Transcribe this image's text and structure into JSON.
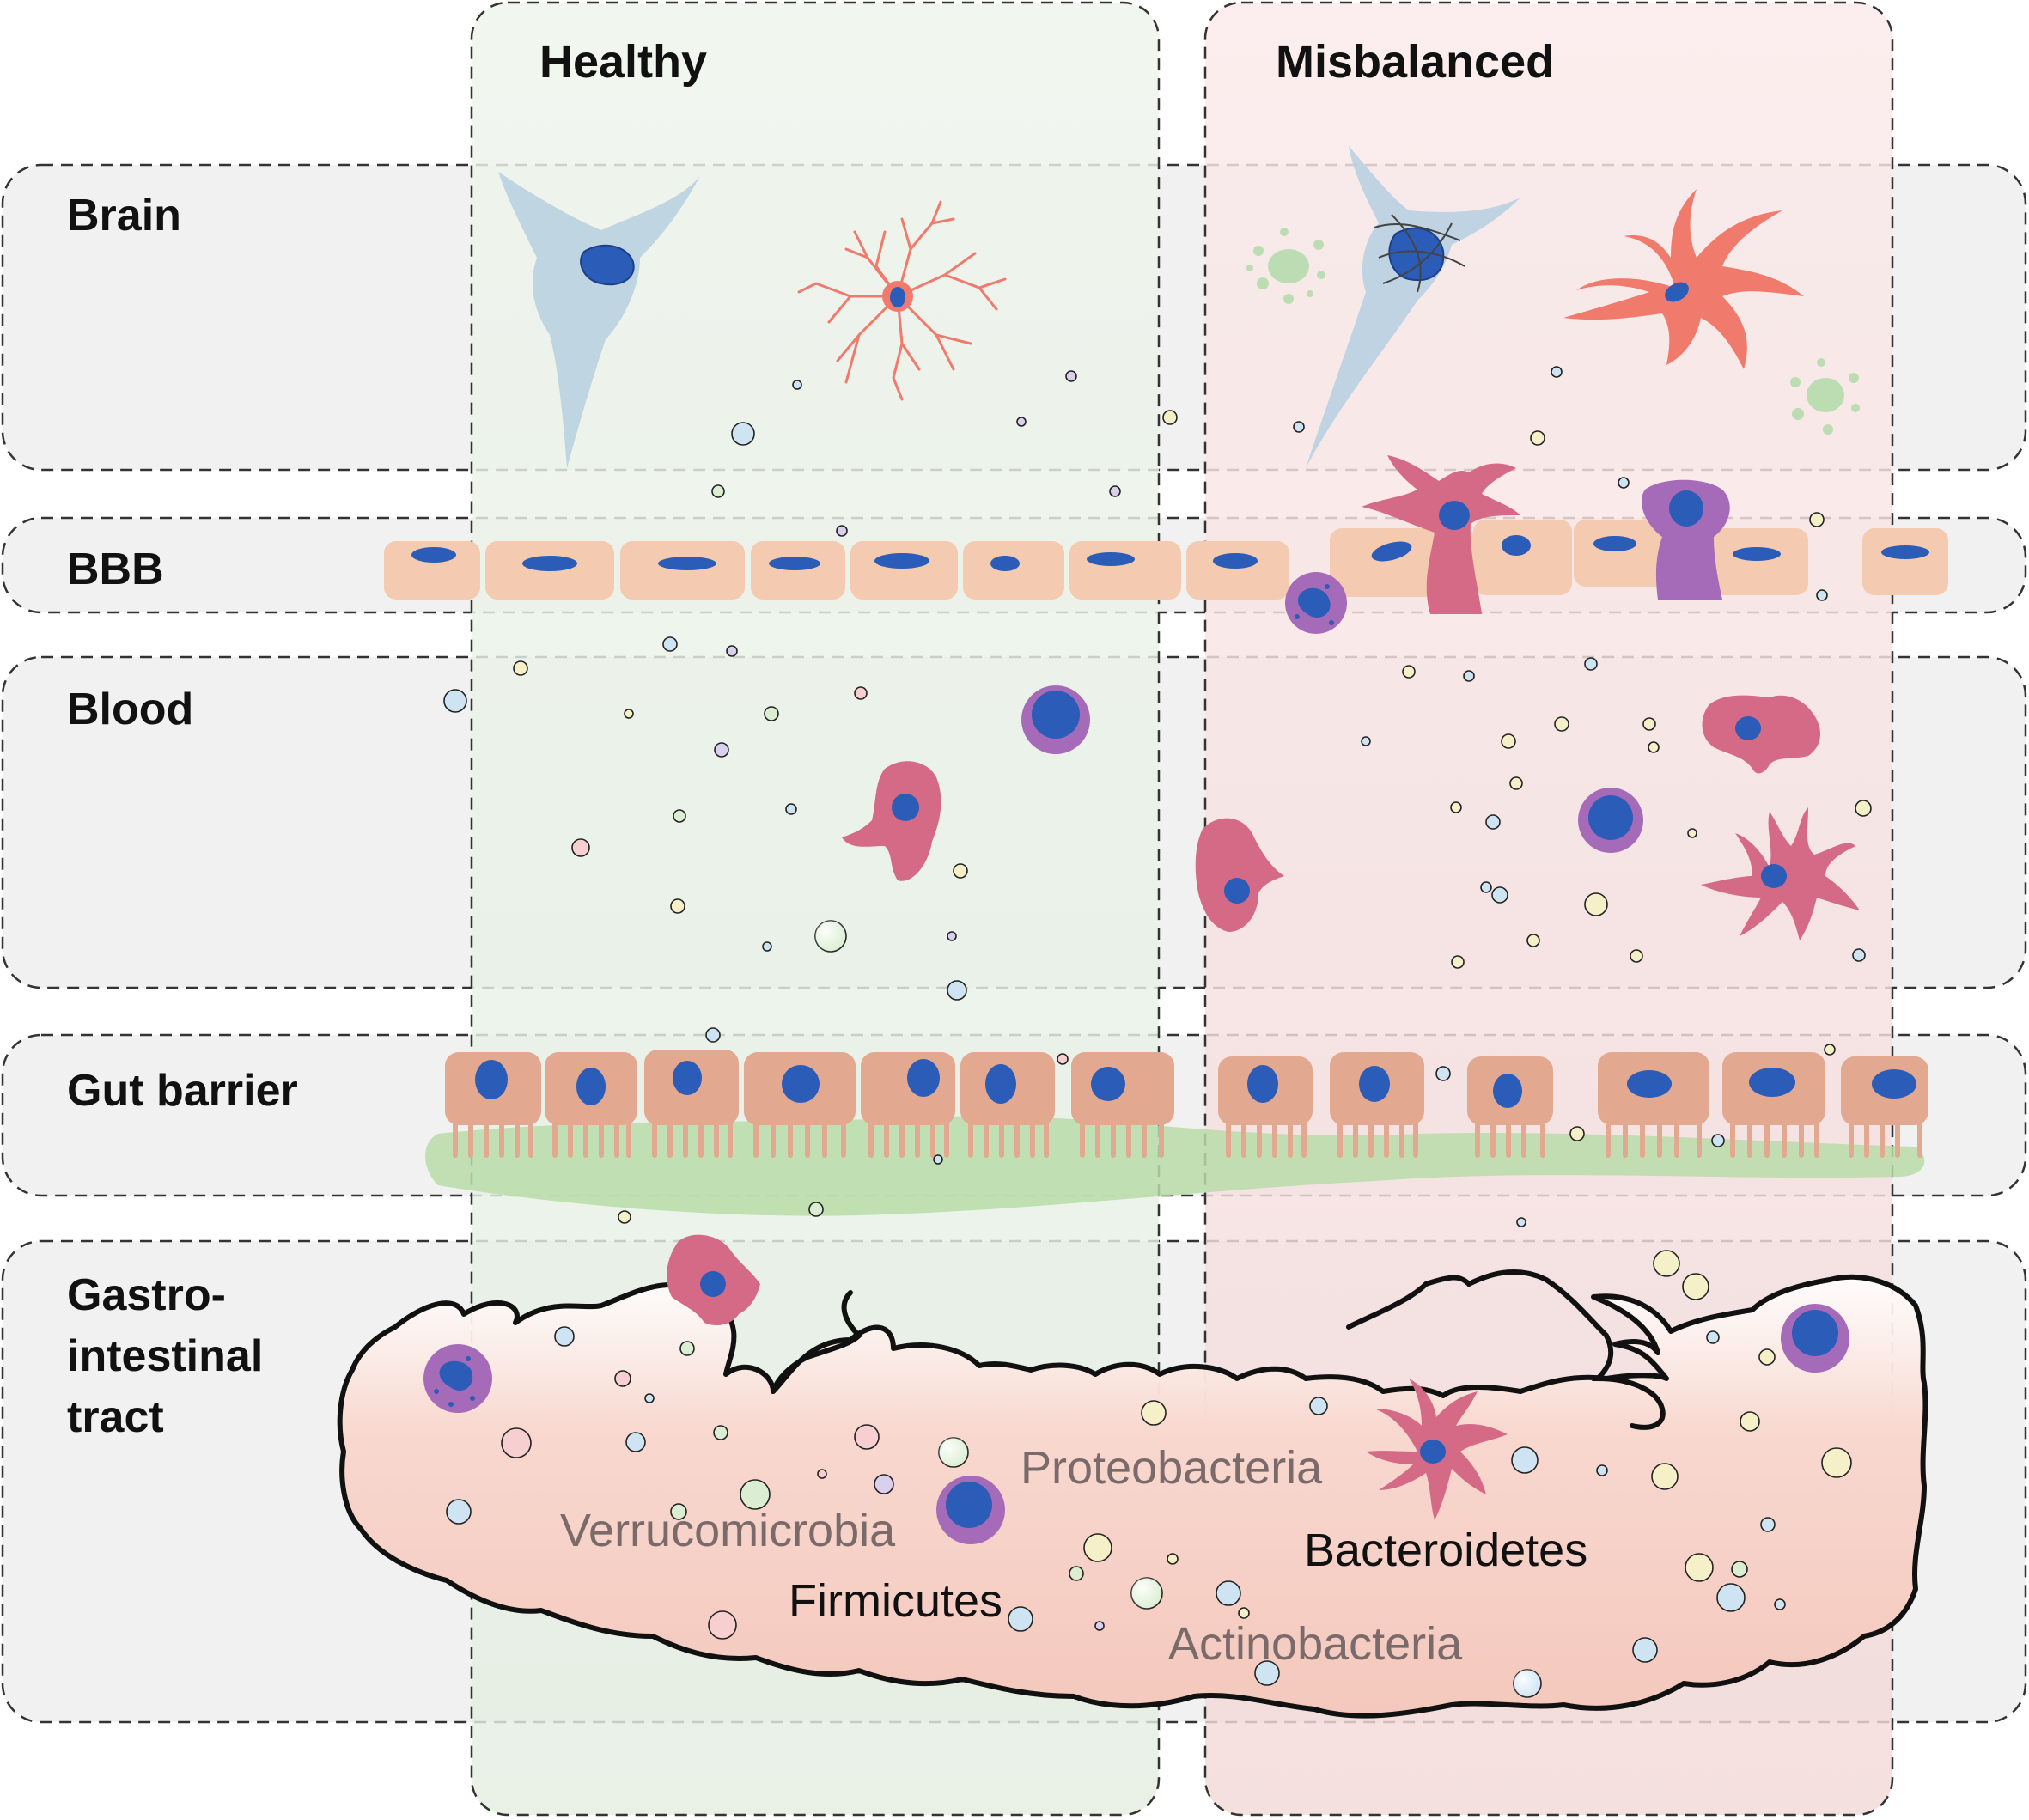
{
  "columns": {
    "healthy": "Healthy",
    "misbalanced": "Misbalanced"
  },
  "rows": {
    "brain": "Brain",
    "bbb": "BBB",
    "blood": "Blood",
    "gut_barrier": "Gut barrier",
    "gi_line1": "Gastro-",
    "gi_line2": "intestinal",
    "gi_line3": "tract"
  },
  "phyla": {
    "verrucomicrobia": "Verrucomicrobia",
    "firmicutes": "Firmicutes",
    "proteobacteria": "Proteobacteria",
    "bacteroidetes": "Bacteroidetes",
    "actinobacteria": "Actinobacteria"
  },
  "colors": {
    "healthy_bg": "#e8f0e6",
    "misbalanced_bg": "#f6e0e0",
    "row_bg": "#f1f1f1",
    "endothelial": "#f4cbb0",
    "enterocyte": "#e2a990",
    "nucleus": "#2b5cb8",
    "mucus": "#b9dca8",
    "microglia": "#f07a6c",
    "neuron": "#b6cfe0",
    "macrophage": "#d56a86",
    "monocyte": "#a66bb8",
    "gut_lumen": "#f7d4cb"
  }
}
